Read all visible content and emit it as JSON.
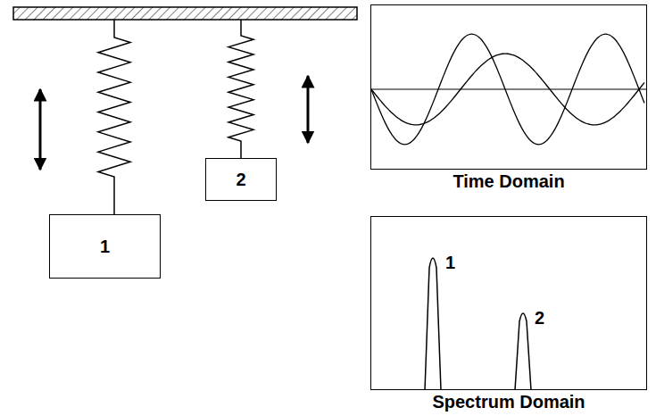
{
  "diagram": {
    "nodes": [
      {
        "text": [
          "1"
        ]
      },
      {
        "text": [
          "2"
        ]
      },
      {
        "text": [
          "Time Domain"
        ]
      },
      {
        "text": [
          "Spectrum Domain"
        ]
      }
    ],
    "labels": [
      "1",
      "2"
    ]
  }
}
